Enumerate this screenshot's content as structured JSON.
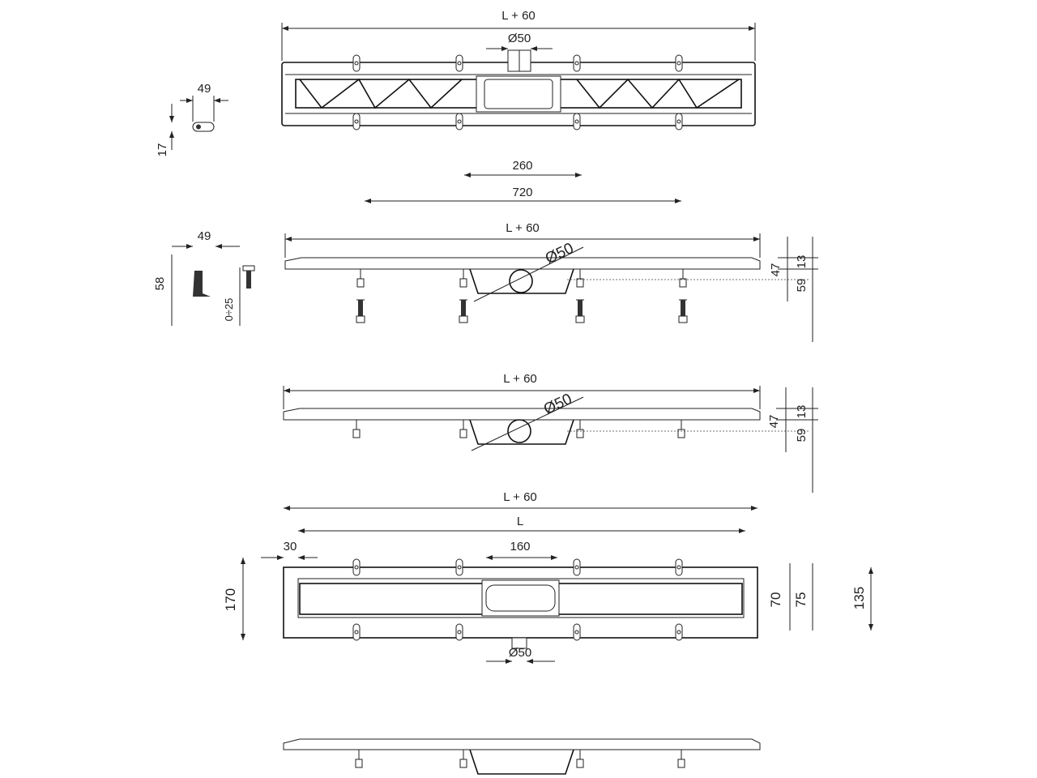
{
  "drawing": {
    "top_view": {
      "overall": "L + 60",
      "outlet": "Ø50",
      "clip_width": "49",
      "clip_height": "17",
      "span_inner": "260",
      "span_outer": "720"
    },
    "side_view_1": {
      "overall": "L + 60",
      "outlet": "Ø50",
      "foot_width": "49",
      "foot_height": "58",
      "adjust": "0÷25",
      "h1": "47",
      "h2": "13",
      "h3": "59"
    },
    "side_view_2": {
      "overall": "L + 60",
      "outlet": "Ø50",
      "h1": "47",
      "h2": "13",
      "h3": "59"
    },
    "plan_view": {
      "overall": "L + 60",
      "length": "L",
      "edge": "30",
      "center": "160",
      "width": "170",
      "inner": "70",
      "channel": "75",
      "total": "135",
      "outlet": "Ø50"
    }
  }
}
